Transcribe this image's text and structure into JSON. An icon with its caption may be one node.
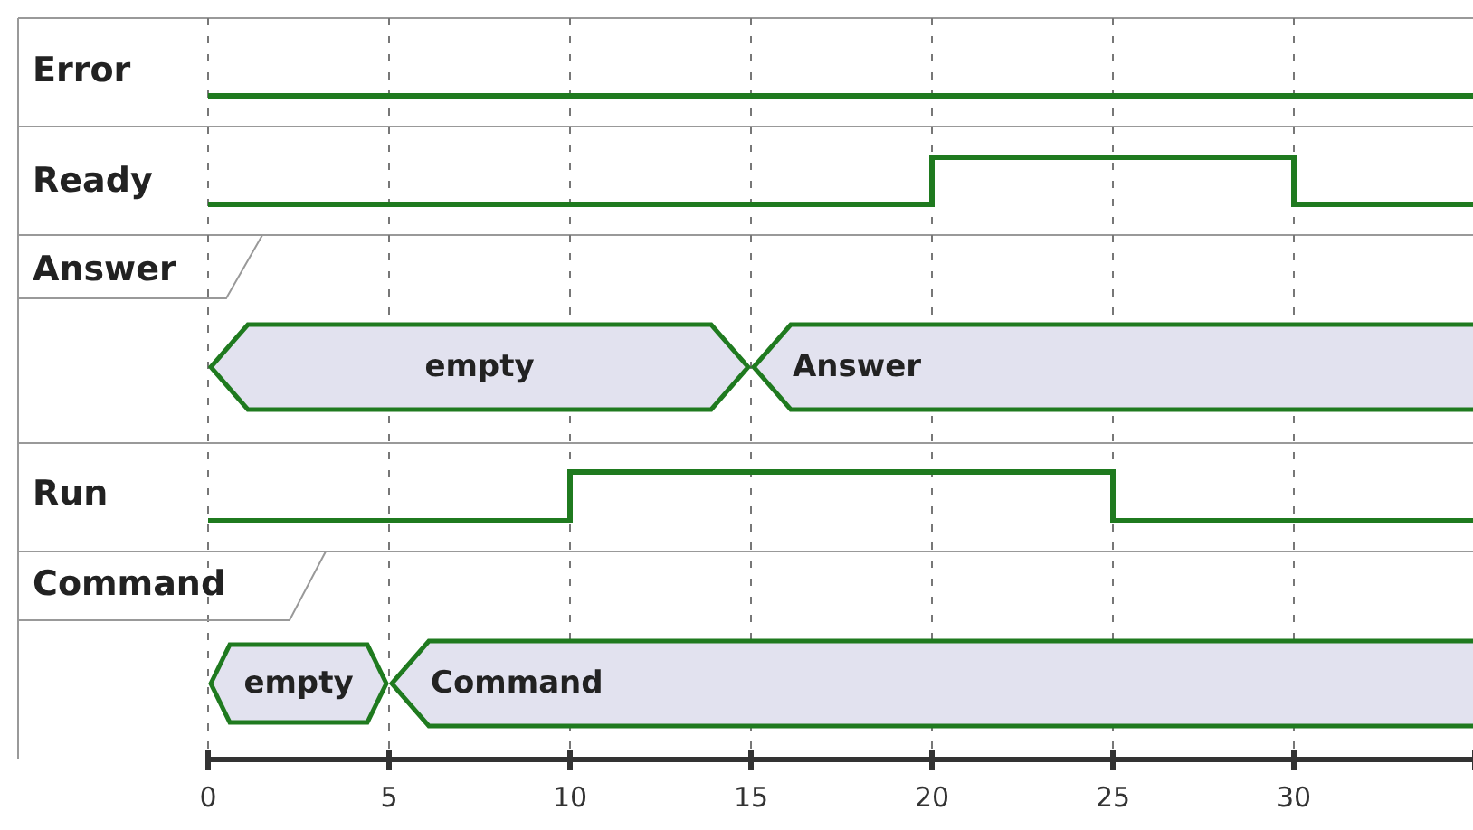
{
  "diagram": {
    "nodes": [
      {
        "text": [
          "empty"
        ]
      },
      {
        "text": [
          "Answer"
        ]
      },
      {
        "text": [
          "empty"
        ]
      },
      {
        "text": [
          "Command"
        ]
      }
    ],
    "labels": [
      "Error",
      "Ready",
      "Answer",
      "Run",
      "Command",
      "0",
      "5",
      "10",
      "15",
      "20",
      "25",
      "30"
    ]
  }
}
